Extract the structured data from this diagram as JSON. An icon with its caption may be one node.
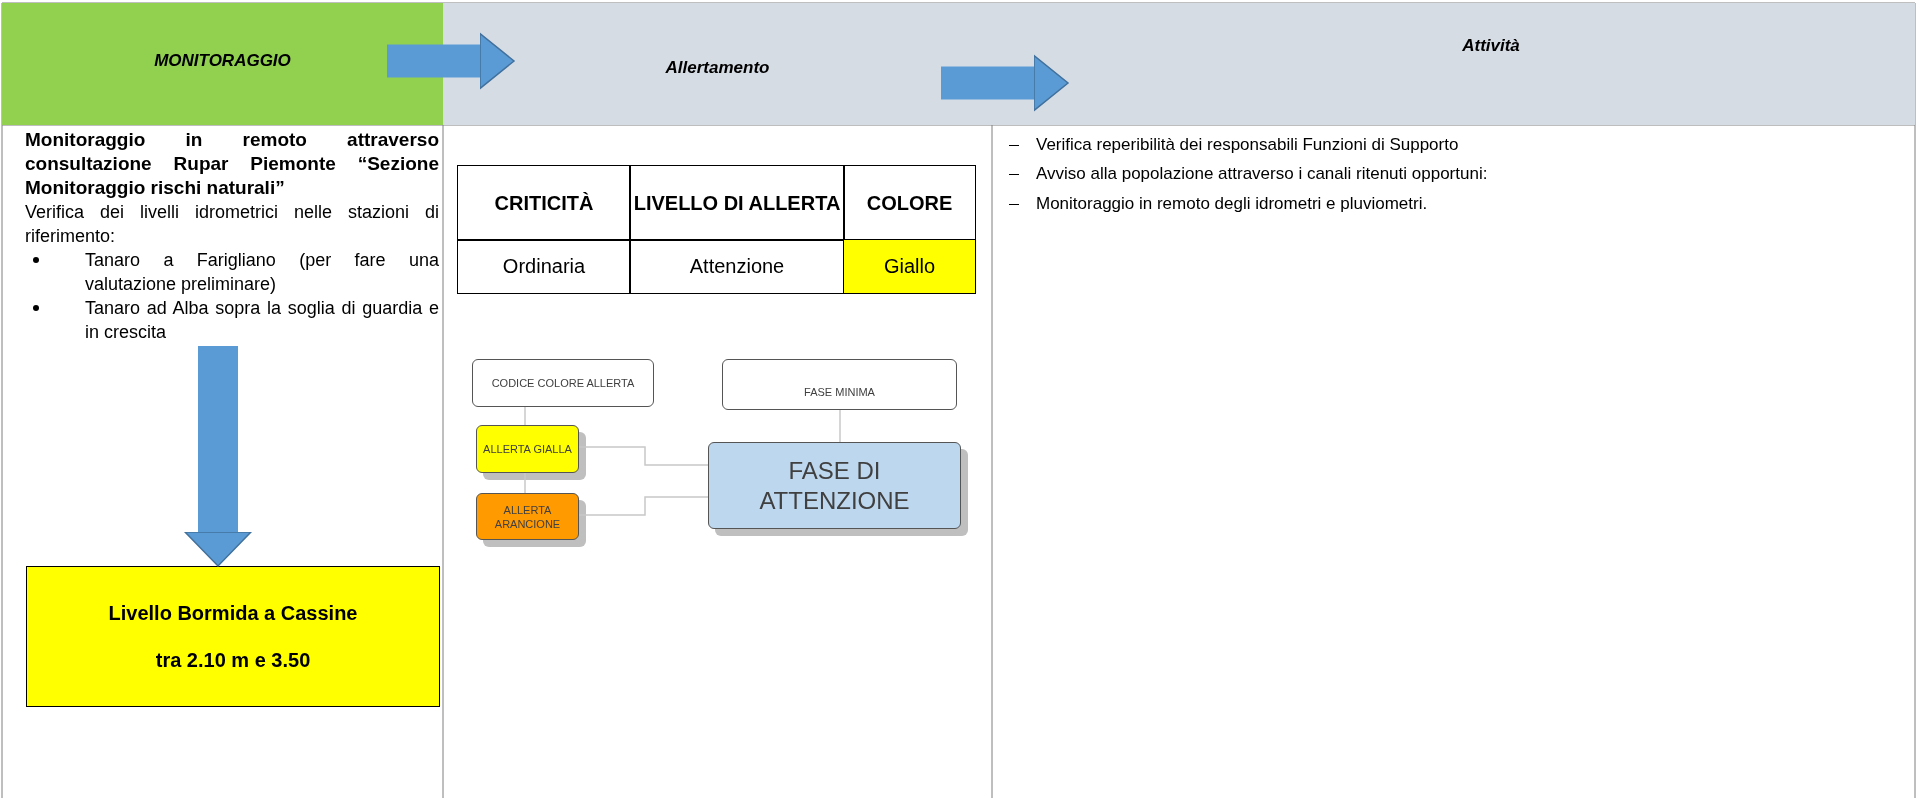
{
  "diagram": {
    "nodes": [
      {
        "text": [
          "MONITORAGGIO"
        ]
      },
      {
        "text": [
          "Allertamento"
        ]
      },
      {
        "text": [
          "Attività"
        ]
      },
      {
        "text": [
          "Monitoraggio in remoto attraverso consultazione Rupar Piemonte “Sezione Monitoraggio rischi naturali”",
          "Verifica dei livelli idrometrici nelle stazioni di riferimento:",
          "Tanaro a Farigliano (per fare una valutazione preliminare)",
          "Tanaro ad Alba sopra la soglia di guardia e in crescita"
        ]
      },
      {
        "text": [
          "Livello Bormida a Cassine",
          "tra 2.10 m e 3.50"
        ]
      },
      {
        "text": [
          "CODICE COLORE ALLERTA"
        ]
      },
      {
        "text": [
          "FASE MINIMA"
        ]
      },
      {
        "text": [
          "ALLERTA GIALLA"
        ]
      },
      {
        "text": [
          "ALLERTA ARANCIONE"
        ]
      },
      {
        "text": [
          "FASE DI ATTENZIONE"
        ]
      }
    ],
    "edges": [
      {
        "from": 0,
        "to": 1,
        "arrow": "to",
        "style": "thick",
        "color": "#5b9bd5"
      },
      {
        "from": 1,
        "to": 2,
        "arrow": "to",
        "style": "thick",
        "color": "#5b9bd5"
      },
      {
        "from": 3,
        "to": 4,
        "arrow": "to",
        "style": "thick",
        "color": "#5b9bd5"
      },
      {
        "from": 5,
        "to": 7,
        "arrow": "none"
      },
      {
        "from": 7,
        "to": 8,
        "arrow": "none"
      },
      {
        "from": 7,
        "to": 9,
        "arrow": "none"
      },
      {
        "from": 8,
        "to": 9,
        "arrow": "none"
      },
      {
        "from": 6,
        "to": 9,
        "arrow": "none"
      }
    ],
    "labels": [
      "CRITICITÀ",
      "LIVELLO DI ALLERTA",
      "COLORE",
      "Ordinaria",
      "Attenzione",
      "Giallo",
      "Verifica reperibilità dei responsabili Funzioni di Supporto",
      "Avviso alla popolazione attraverso i canali ritenuti opportuni:",
      "Monitoraggio in remoto degli idrometri e pluviometri."
    ]
  }
}
